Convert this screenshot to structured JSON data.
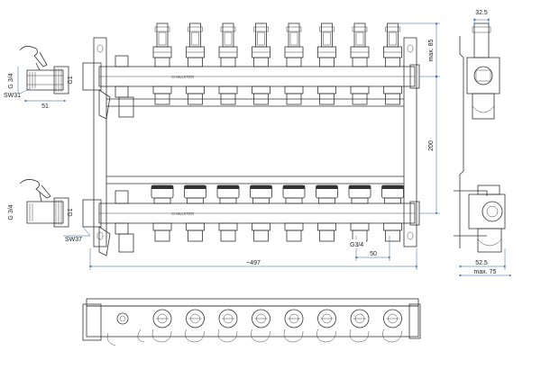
{
  "drawing": {
    "brand_text": "CHMASTER",
    "outlet_count": 8,
    "left_valves": {
      "upper": {
        "thread_label": "G 3/4",
        "pipe_label": "G1",
        "wrench_label": "SW31",
        "length_label": "51"
      },
      "lower": {
        "thread_label": "G 3/4",
        "pipe_label": "G1",
        "wrench_label": "SW37"
      }
    },
    "front_view": {
      "overall_label": "~497",
      "spacing_label": "50",
      "outlet_thread_label": "G3/4",
      "height_between_bars_label": "200",
      "top_clearance_label": "max. 85"
    },
    "side_view": {
      "top_width_label": "32.5",
      "bottom_width_label": "52.5",
      "depth_label": "max. 75"
    }
  }
}
